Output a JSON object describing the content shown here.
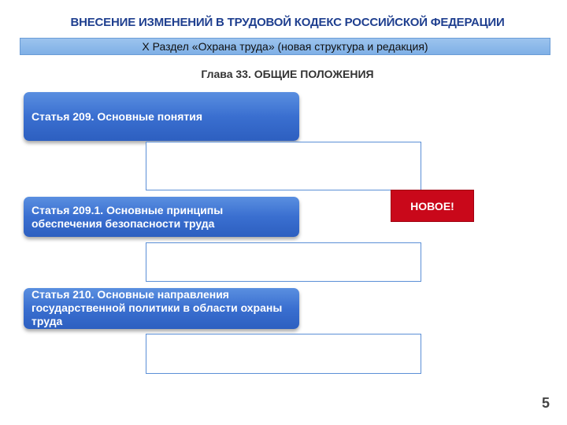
{
  "slide": {
    "title": "ВНЕСЕНИЕ ИЗМЕНЕНИЙ В ТРУДОВОЙ КОДЕКС РОССИЙСКОЙ ФЕДЕРАЦИИ",
    "section": "X Раздел «Охрана труда» (новая структура и редакция)",
    "chapter": "Глава 33. ОБЩИЕ ПОЛОЖЕНИЯ",
    "page_number": "5"
  },
  "articles": [
    {
      "label": "Статья 209. Основные понятия"
    },
    {
      "label": "Статья 209.1. Основные принципы обеспечения безопасности труда"
    },
    {
      "label": "Статья 210. Основные направления государственной политики в области охраны труда"
    }
  ],
  "badge": {
    "label": "НОВОЕ!",
    "color": "#c9081a"
  },
  "colors": {
    "title": "#1f3f8f",
    "section_bar": "#8db9ea",
    "article_fill": "#3a6fd0",
    "box_border": "#5b8fd6"
  }
}
